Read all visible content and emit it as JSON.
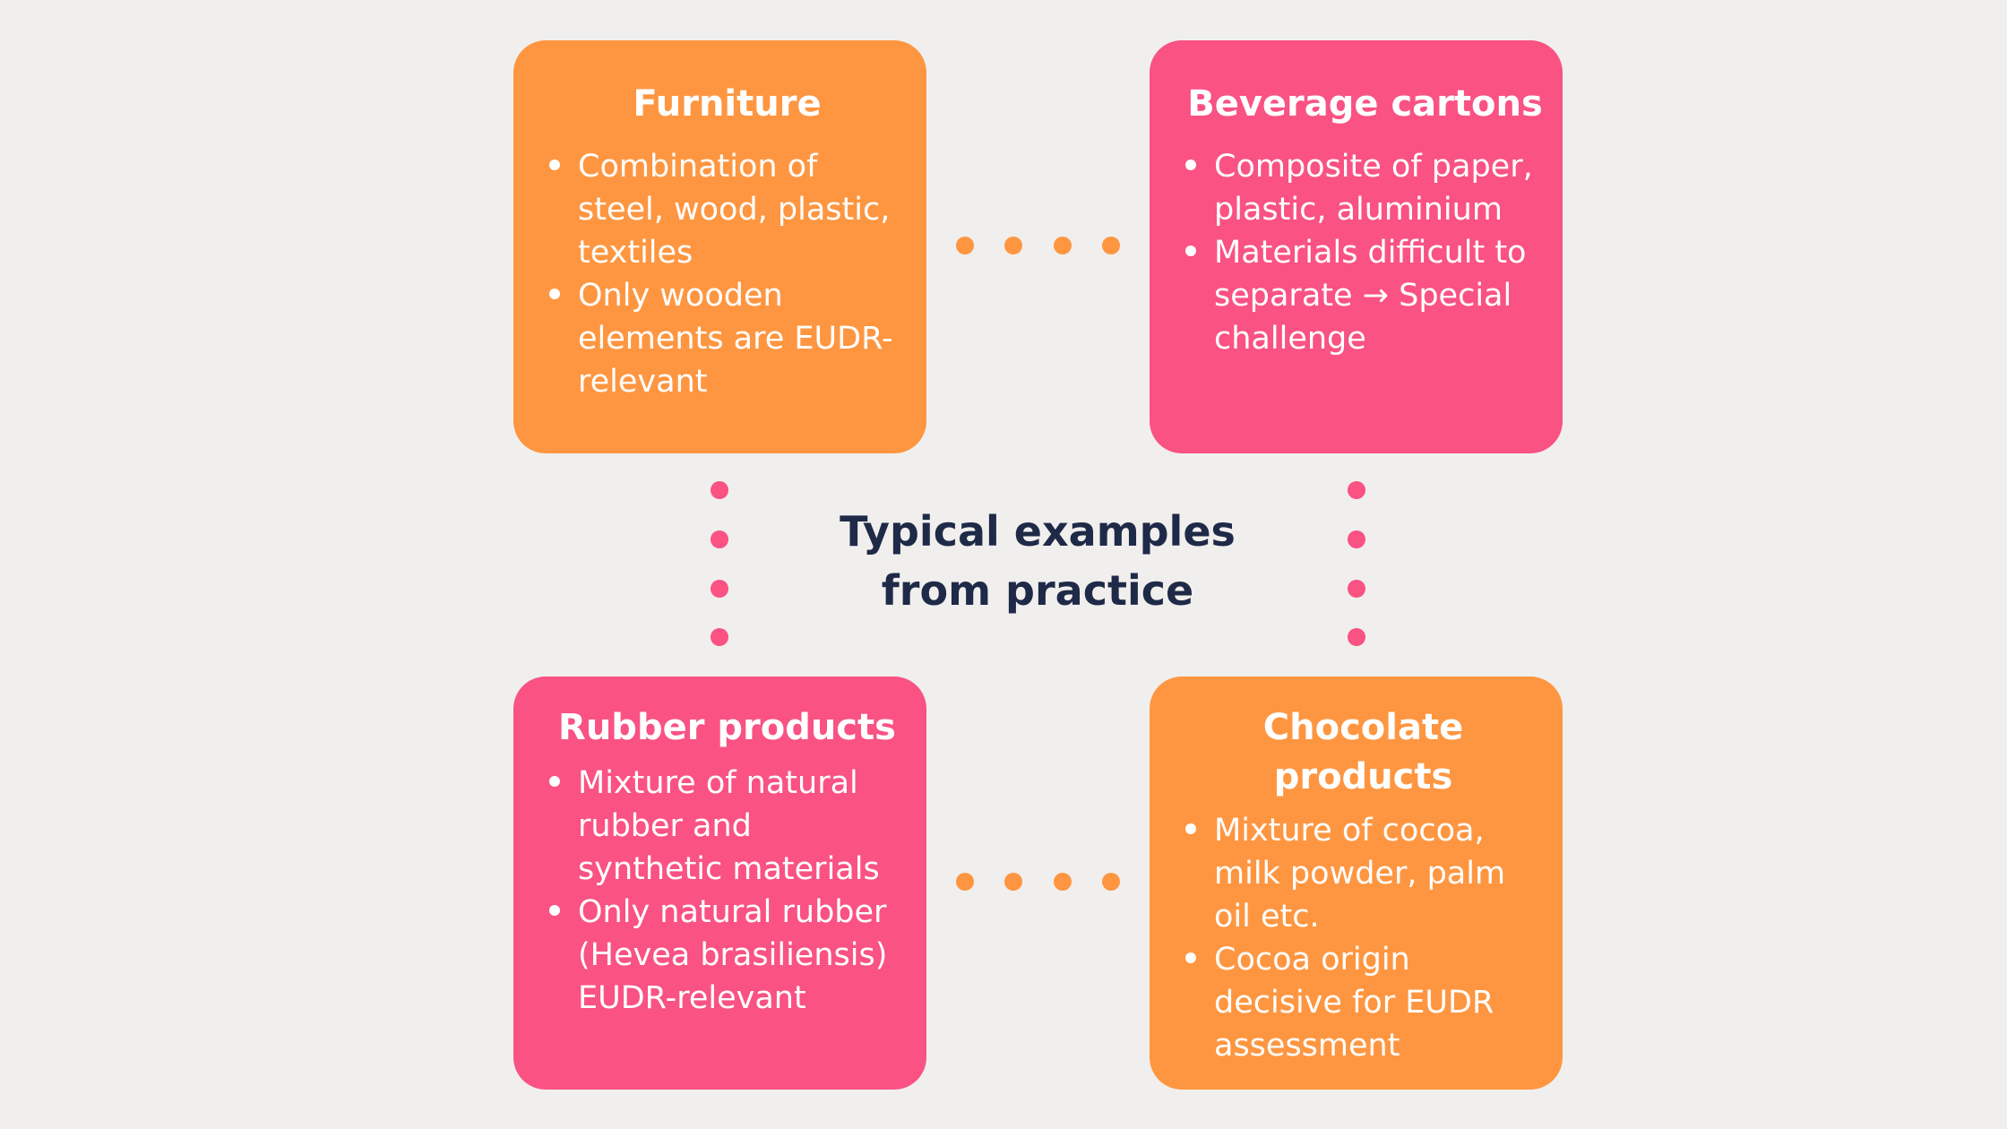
{
  "center_title": [
    "Typical examples",
    "from practice"
  ],
  "colors": {
    "orange": "#fe9641",
    "pink": "#f95283",
    "background": "#f1efed",
    "title_text": "#1e2a47"
  },
  "cards": {
    "furniture": {
      "title": "Furniture",
      "bullets": [
        "Combination of steel, wood, plastic, textiles",
        "Only wooden elements are EUDR-relevant"
      ]
    },
    "beverage": {
      "title": "Beverage cartons",
      "bullets": [
        "Composite of paper, plastic, aluminium",
        "Materials difficult to separate → Special challenge"
      ]
    },
    "rubber": {
      "title": "Rubber products",
      "bullets": [
        "Mixture of natural rubber and synthetic materials",
        "Only natural rubber (Hevea brasiliensis) EUDR-relevant"
      ]
    },
    "chocolate": {
      "title": "Chocolate products",
      "bullets": [
        "Mixture of cocoa, milk powder, palm oil etc.",
        "Cocoa origin decisive for EUDR assessment"
      ]
    }
  }
}
